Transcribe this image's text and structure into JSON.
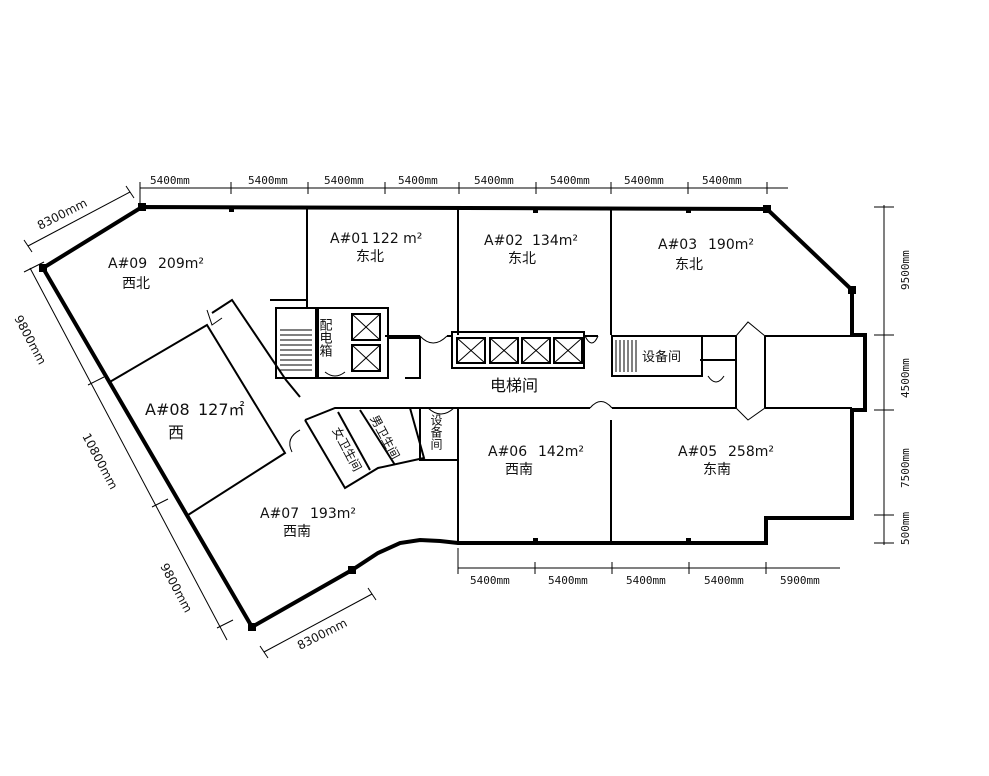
{
  "dimensions": {
    "top": [
      "5400mm",
      "5400mm",
      "5400mm",
      "5400mm",
      "5400mm",
      "5400mm",
      "5400mm",
      "5400mm"
    ],
    "bottom": [
      "5400mm",
      "5400mm",
      "5400mm",
      "5400mm",
      "5900mm"
    ],
    "right": [
      "9500mm",
      "4500mm",
      "7500mm",
      "500mm"
    ],
    "left_side": [
      "9800mm",
      "10800mm",
      "9800mm"
    ],
    "diagonal_top": "8300mm",
    "diagonal_bottom": "8300mm"
  },
  "units": [
    {
      "id": "A#01",
      "area": "122 m²",
      "orientation": "东北"
    },
    {
      "id": "A#02",
      "area": "134m²",
      "orientation": "东北"
    },
    {
      "id": "A#03",
      "area": "190m²",
      "orientation": "东北"
    },
    {
      "id": "A#09",
      "area": "209m²",
      "orientation": "西北"
    },
    {
      "id": "A#08",
      "area": "127㎡",
      "orientation": "西"
    },
    {
      "id": "A#07",
      "area": "193m²",
      "orientation": "西南"
    },
    {
      "id": "A#06",
      "area": "142m²",
      "orientation": "西南"
    },
    {
      "id": "A#05",
      "area": "258m²",
      "orientation": "东南"
    }
  ],
  "rooms": {
    "electrical_box": "配电箱",
    "elevator_hall": "电梯间",
    "equipment_room_right": "设备间",
    "equipment_room_center": "设备间",
    "womens_restroom": "女卫生间",
    "mens_restroom": "男卫生间"
  }
}
